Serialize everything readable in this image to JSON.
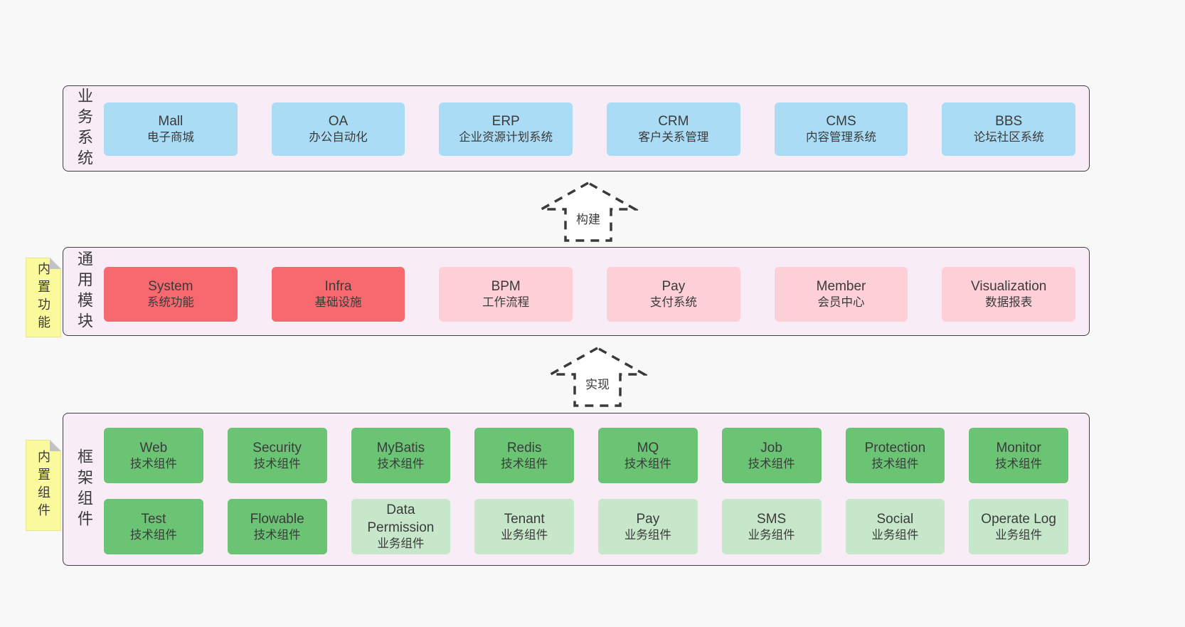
{
  "business": {
    "label": "业务系统",
    "boxes": [
      {
        "title": "Mall",
        "subtitle": "电子商城"
      },
      {
        "title": "OA",
        "subtitle": "办公自动化"
      },
      {
        "title": "ERP",
        "subtitle": "企业资源计划系统"
      },
      {
        "title": "CRM",
        "subtitle": "客户关系管理"
      },
      {
        "title": "CMS",
        "subtitle": "内容管理系统"
      },
      {
        "title": "BBS",
        "subtitle": "论坛社区系统"
      }
    ]
  },
  "modules": {
    "label": "通用模块",
    "tab": "内置功能",
    "boxes": [
      {
        "title": "System",
        "subtitle": "系统功能"
      },
      {
        "title": "Infra",
        "subtitle": "基础设施"
      },
      {
        "title": "BPM",
        "subtitle": "工作流程"
      },
      {
        "title": "Pay",
        "subtitle": "支付系统"
      },
      {
        "title": "Member",
        "subtitle": "会员中心"
      },
      {
        "title": "Visualization",
        "subtitle": "数据报表"
      }
    ]
  },
  "framework": {
    "label": "框架组件",
    "tab": "内置组件",
    "row1": [
      {
        "title": "Web",
        "subtitle": "技术组件"
      },
      {
        "title": "Security",
        "subtitle": "技术组件"
      },
      {
        "title": "MyBatis",
        "subtitle": "技术组件"
      },
      {
        "title": "Redis",
        "subtitle": "技术组件"
      },
      {
        "title": "MQ",
        "subtitle": "技术组件"
      },
      {
        "title": "Job",
        "subtitle": "技术组件"
      },
      {
        "title": "Protection",
        "subtitle": "技术组件"
      },
      {
        "title": "Monitor",
        "subtitle": "技术组件"
      }
    ],
    "row2": [
      {
        "title": "Test",
        "subtitle": "技术组件"
      },
      {
        "title": "Flowable",
        "subtitle": "技术组件"
      },
      {
        "title": "Data Permission",
        "subtitle": "业务组件"
      },
      {
        "title": "Tenant",
        "subtitle": "业务组件"
      },
      {
        "title": "Pay",
        "subtitle": "业务组件"
      },
      {
        "title": "SMS",
        "subtitle": "业务组件"
      },
      {
        "title": "Social",
        "subtitle": "业务组件"
      },
      {
        "title": "Operate Log",
        "subtitle": "业务组件"
      }
    ]
  },
  "arrows": {
    "build": "构建",
    "implement": "实现"
  },
  "colors": {
    "system_blue": "#aadcf5",
    "core_red": "#f5696f",
    "module_pink": "#fdcfd7",
    "tech_green": "#6ac474",
    "biz_light_green": "#c6e7ca",
    "tab_yellow": "#fbfa9c",
    "panel_background": "#f8edf6",
    "border_dark": "#3f3f3f"
  }
}
